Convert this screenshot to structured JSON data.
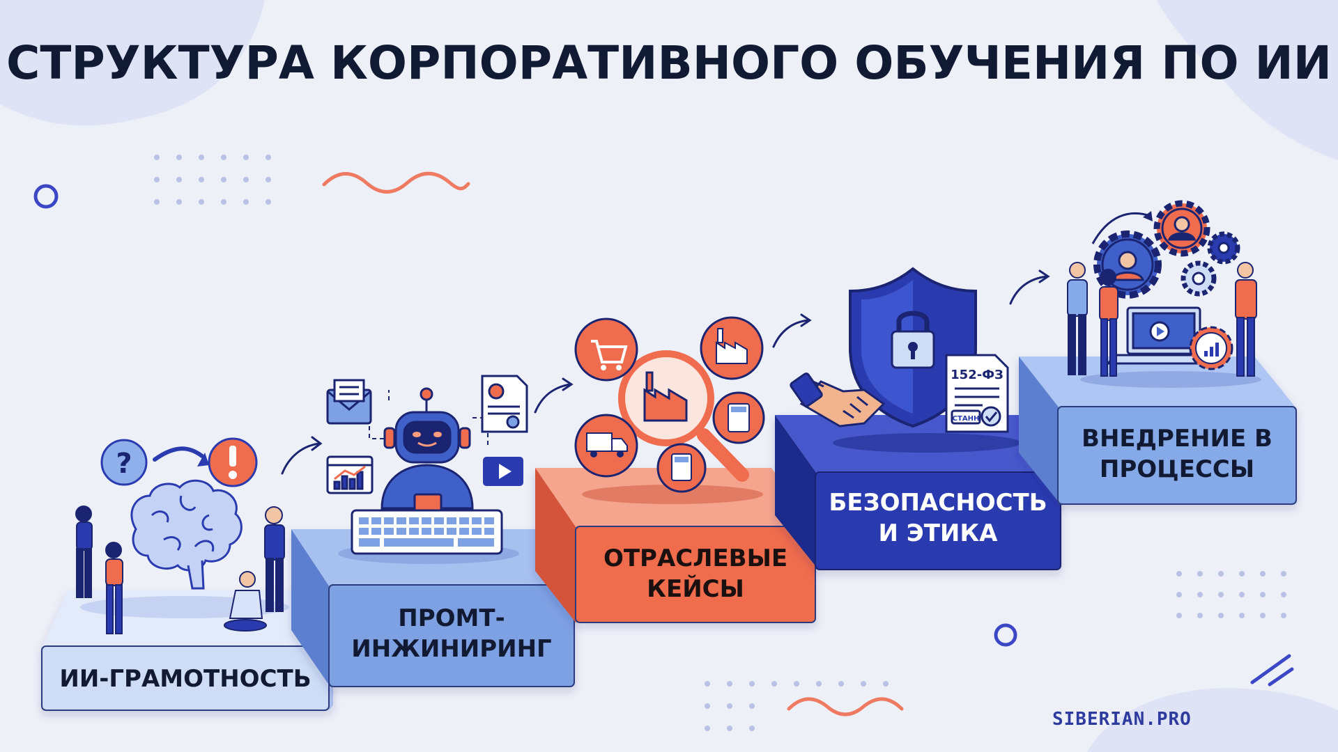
{
  "title": "СТРУКТУРА КОРПОРАТИВНОГО ОБУЧЕНИЯ ПО ИИ",
  "steps": [
    {
      "label": "ИИ-ГРАМОТНОСТЬ",
      "color": "#cfdcf5",
      "text_color": "#121a33",
      "icons": [
        "question-icon",
        "exclamation-icon",
        "brain-icon",
        "people-icon"
      ]
    },
    {
      "label": "ПРОМТ-ИНЖИНИРИНГ",
      "color": "#7ea1e3",
      "text_color": "#121a33",
      "icons": [
        "robot-icon",
        "keyboard-icon",
        "envelope-icon",
        "chart-icon",
        "document-icon",
        "play-icon"
      ]
    },
    {
      "label": "ОТРАСЛЕВЫЕ КЕЙСЫ",
      "color": "#ef6c4e",
      "text_color": "#1a1010",
      "icons": [
        "magnifier-icon",
        "factory-icon",
        "cart-icon",
        "truck-icon",
        "calculator-icon"
      ]
    },
    {
      "label": "БЕЗОПАСНОСТЬ И ЭТИКА",
      "color": "#2a3bb0",
      "text_color": "#ffffff",
      "icons": [
        "shield-lock-icon",
        "handshake-icon",
        "document-icon"
      ]
    },
    {
      "label": "ВНЕДРЕНИЕ В ПРОЦЕССЫ",
      "color": "#86a9e8",
      "text_color": "#121a33",
      "icons": [
        "gears-icon",
        "laptop-icon",
        "people-icon"
      ]
    }
  ],
  "document": {
    "number": "152-ФЗ",
    "stamp": "СТАНН"
  },
  "brand": "SIBERIAN.PRO",
  "colors": {
    "navy": "#2a3bb0",
    "coral": "#ef6c4e",
    "light_blue": "#86a9e8",
    "dark_text": "#111a33"
  }
}
